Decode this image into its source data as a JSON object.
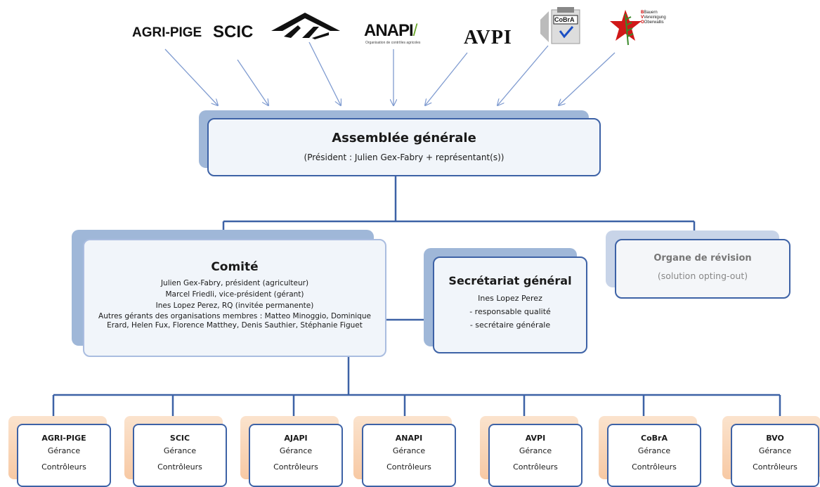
{
  "logos": {
    "agri_pige": "AGRI-PIGE",
    "scic": "SCIC",
    "ajapi": "AJAPI",
    "anapi_main": "ANA",
    "anapi_bold": "PI",
    "anapi_tagline": "Organisation de contrôles agricoles",
    "avpi": "AVPI",
    "cobra": "CoBrA",
    "bvo_line1": "Bauern",
    "bvo_line2": "Vereinigung",
    "bvo_line3": "Oberwallis"
  },
  "assemblee": {
    "title": "Assemblée générale",
    "subtitle": "(Président : Julien Gex-Fabry + représentant(s))"
  },
  "comite": {
    "title": "Comité",
    "members": [
      "Julien Gex-Fabry, président (agriculteur)",
      "Marcel Friedli, vice-président (gérant)",
      "Ines Lopez Perez, RQ (invitée permanente)"
    ],
    "others": "Autres gérants des organisations membres : Matteo Minoggio, Dominique Erard, Helen Fux, Florence Matthey, Denis Sauthier, Stéphanie Figuet"
  },
  "secretariat": {
    "title": "Secrétariat général",
    "lines": [
      "Ines Lopez Perez",
      "- responsable qualité",
      "- secrétaire générale"
    ]
  },
  "revision": {
    "title": "Organe de révision",
    "subtitle": "(solution opting-out)"
  },
  "organisations": [
    {
      "name": "AGRI-PIGE",
      "line1": "Gérance",
      "line2": "Contrôleurs"
    },
    {
      "name": "SCIC",
      "line1": "Gérance",
      "line2": "Contrôleurs"
    },
    {
      "name": "AJAPI",
      "line1": "Gérance",
      "line2": "Contrôleurs"
    },
    {
      "name": "ANAPI",
      "line1": "Gérance",
      "line2": "Contrôleurs"
    },
    {
      "name": "AVPI",
      "line1": "Gérance",
      "line2": "Contrôleurs"
    },
    {
      "name": "CoBrA",
      "line1": "Gérance",
      "line2": "Contrôleurs"
    },
    {
      "name": "BVO",
      "line1": "Gérance",
      "line2": "Contrôleurs"
    }
  ],
  "colors": {
    "connector": "#3d62a6",
    "arrow": "#7f9bd0",
    "box_shadow": "#9fb7d8",
    "org_shadow": "#f7c9a4"
  }
}
